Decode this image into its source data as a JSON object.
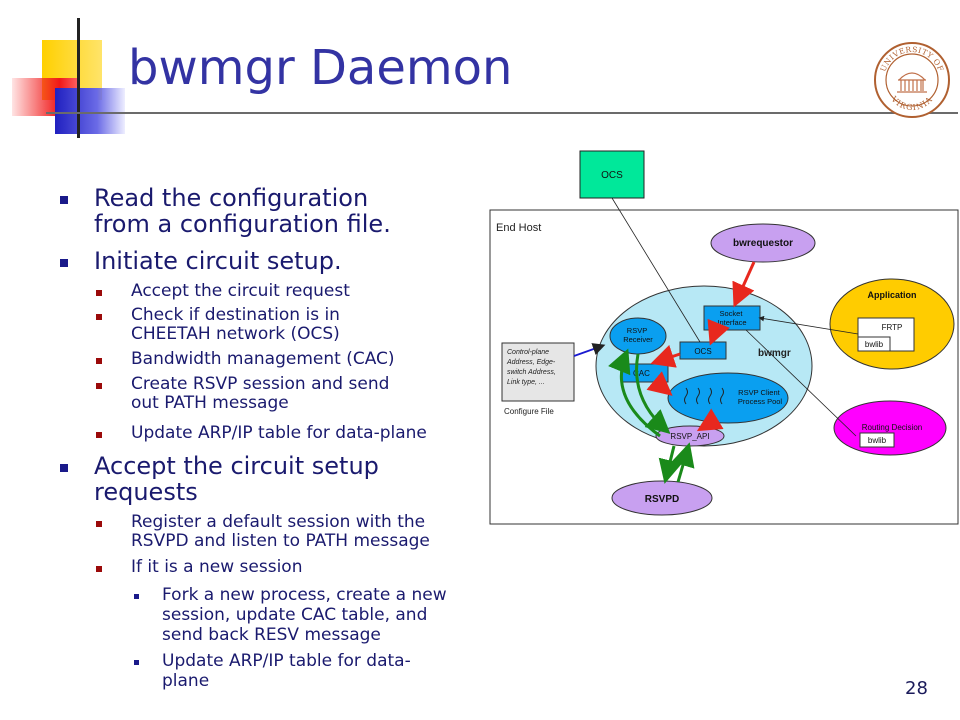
{
  "slide": {
    "title": "bwmgr Daemon",
    "page_number": "28",
    "bullets": [
      {
        "text": "Read the configuration from a configuration file.",
        "lines": [
          "Read the configuration",
          "from a configuration file."
        ]
      },
      {
        "text": "Initiate circuit setup.",
        "lines": [
          "Initiate circuit setup."
        ],
        "sub": [
          {
            "lines": [
              "Accept the circuit request"
            ]
          },
          {
            "lines": [
              "Check if destination is in",
              "CHEETAH network (OCS)"
            ]
          },
          {
            "lines": [
              "Bandwidth management (CAC)"
            ]
          },
          {
            "lines": [
              "Create RSVP session and send",
              "out PATH message"
            ]
          },
          {
            "lines": [
              "Update ARP/IP table for data-plane"
            ]
          }
        ]
      },
      {
        "text": "Accept the circuit setup requests",
        "lines": [
          "Accept the circuit setup",
          "requests"
        ],
        "sub": [
          {
            "lines": [
              "Register a default session with the",
              "RSVPD and listen to PATH message"
            ]
          },
          {
            "lines": [
              "If it is a new session"
            ],
            "sub": [
              {
                "lines": [
                  "Fork a new process, create a new",
                  "session, update CAC table,  and",
                  "send back RESV message"
                ]
              },
              {
                "lines": [
                  "Update ARP/IP table for data-",
                  "plane"
                ]
              }
            ]
          }
        ]
      }
    ]
  },
  "logo": {
    "top_text": "UNIVERSITY OF",
    "bottom_text": "VIRGINIA",
    "colors": {
      "ring": "#b06030",
      "building": "#c0704a"
    }
  },
  "diagram": {
    "ocs_box": "OCS",
    "end_host": "End Host",
    "bwrequestor": "bwrequestor",
    "bwmgr": "bwmgr",
    "socket_interface": [
      "Socket",
      "Interface"
    ],
    "rsvp_receiver": [
      "RSVP",
      "Receiver"
    ],
    "ocs_inner": "OCS",
    "cac": "CAC",
    "rsvp_client_pool": [
      "RSVP Client",
      "Process Pool"
    ],
    "rsvp_api": "RSVP_API",
    "rsvpd": "RSVPD",
    "config_text": [
      "Control-plane",
      "Address, Edge-",
      "switch Address,",
      "Link type, ..."
    ],
    "config_label": "Configure File",
    "application": "Application",
    "frtp": "FRTP",
    "bwlib_app": "bwlib",
    "routing_decision": "Routing Decision",
    "bwlib_routing": "bwlib",
    "colors": {
      "ocs": "#00e89a",
      "blue_box": "#0a9ff0",
      "light_ellipse": "#b7e8f5",
      "purple": "#c8a0f0",
      "application": "#ffcc00",
      "routing": "#ff00ff",
      "red_arrow": "#e8281e",
      "green_arrow": "#1a8a1a"
    }
  }
}
